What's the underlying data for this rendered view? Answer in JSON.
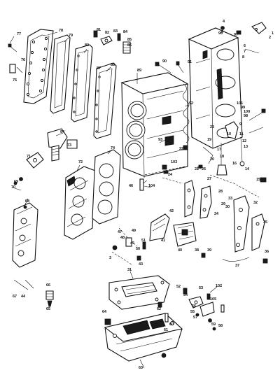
{
  "callouts": [
    {
      "id": "c77",
      "text": "77"
    },
    {
      "id": "c78",
      "text": "78"
    },
    {
      "id": "c79",
      "text": "79"
    },
    {
      "id": "c80",
      "text": "80"
    },
    {
      "id": "c81",
      "text": "81"
    },
    {
      "id": "c82",
      "text": "82"
    },
    {
      "id": "c83",
      "text": "83"
    },
    {
      "id": "c84",
      "text": "84"
    },
    {
      "id": "c85",
      "text": "85"
    },
    {
      "id": "c86",
      "text": "86"
    },
    {
      "id": "c87",
      "text": "87"
    },
    {
      "id": "c88",
      "text": "88"
    },
    {
      "id": "c89",
      "text": "89"
    },
    {
      "id": "c90",
      "text": "90"
    },
    {
      "id": "c91",
      "text": "91"
    },
    {
      "id": "c92",
      "text": "92"
    },
    {
      "id": "c93",
      "text": "93"
    },
    {
      "id": "c94",
      "text": "94"
    },
    {
      "id": "c96",
      "text": "96"
    },
    {
      "id": "c97",
      "text": "97"
    },
    {
      "id": "c98",
      "text": "98"
    },
    {
      "id": "c99",
      "text": "99"
    },
    {
      "id": "c100",
      "text": "100"
    },
    {
      "id": "c101",
      "text": "101"
    },
    {
      "id": "c102",
      "text": "102"
    },
    {
      "id": "c103",
      "text": "103"
    },
    {
      "id": "c104",
      "text": "104"
    },
    {
      "id": "c105",
      "text": "105"
    },
    {
      "id": "c1",
      "text": "1"
    },
    {
      "id": "c2",
      "text": "2"
    },
    {
      "id": "c3",
      "text": "3"
    },
    {
      "id": "c4",
      "text": "4"
    },
    {
      "id": "c5",
      "text": "5"
    },
    {
      "id": "c6",
      "text": "6"
    },
    {
      "id": "c7",
      "text": "7"
    },
    {
      "id": "c8",
      "text": "8"
    },
    {
      "id": "c9",
      "text": "9"
    },
    {
      "id": "c10",
      "text": "10"
    },
    {
      "id": "c11",
      "text": "11"
    },
    {
      "id": "c12",
      "text": "12"
    },
    {
      "id": "c13",
      "text": "13"
    },
    {
      "id": "c14",
      "text": "14"
    },
    {
      "id": "c15",
      "text": "15"
    },
    {
      "id": "c16",
      "text": "16"
    },
    {
      "id": "c17",
      "text": "17"
    },
    {
      "id": "c18",
      "text": "18"
    },
    {
      "id": "c19",
      "text": "19"
    },
    {
      "id": "c20",
      "text": "20"
    },
    {
      "id": "c21",
      "text": "21"
    },
    {
      "id": "c22",
      "text": "22"
    },
    {
      "id": "c23",
      "text": "23"
    },
    {
      "id": "c24",
      "text": "24"
    },
    {
      "id": "c25",
      "text": "25"
    },
    {
      "id": "c26",
      "text": "26"
    },
    {
      "id": "c27",
      "text": "27"
    },
    {
      "id": "c28",
      "text": "28"
    },
    {
      "id": "c29",
      "text": "29"
    },
    {
      "id": "c30",
      "text": "30"
    },
    {
      "id": "c31",
      "text": "31"
    },
    {
      "id": "c32",
      "text": "32"
    },
    {
      "id": "c33",
      "text": "33"
    },
    {
      "id": "c34",
      "text": "34"
    },
    {
      "id": "c35",
      "text": "35"
    },
    {
      "id": "c36",
      "text": "36"
    },
    {
      "id": "c37",
      "text": "37"
    },
    {
      "id": "c38",
      "text": "38"
    },
    {
      "id": "c39",
      "text": "39"
    },
    {
      "id": "c40",
      "text": "40"
    },
    {
      "id": "c41",
      "text": "41"
    },
    {
      "id": "c42",
      "text": "42"
    },
    {
      "id": "c43",
      "text": "43"
    },
    {
      "id": "c44",
      "text": "44"
    },
    {
      "id": "c45",
      "text": "45"
    },
    {
      "id": "c46",
      "text": "46"
    },
    {
      "id": "c47",
      "text": "47"
    },
    {
      "id": "c48",
      "text": "48"
    },
    {
      "id": "c49",
      "text": "49"
    },
    {
      "id": "c50",
      "text": "50"
    },
    {
      "id": "c51",
      "text": "51"
    },
    {
      "id": "c52",
      "text": "52"
    },
    {
      "id": "c53",
      "text": "53"
    },
    {
      "id": "c54",
      "text": "54"
    },
    {
      "id": "c55",
      "text": "55"
    },
    {
      "id": "c56",
      "text": "56"
    },
    {
      "id": "c57",
      "text": "57"
    },
    {
      "id": "c58",
      "text": "58"
    },
    {
      "id": "c59",
      "text": "59"
    },
    {
      "id": "c60",
      "text": "60"
    },
    {
      "id": "c61",
      "text": "61"
    },
    {
      "id": "c62",
      "text": "62"
    },
    {
      "id": "c63",
      "text": "63"
    },
    {
      "id": "c64",
      "text": "64"
    },
    {
      "id": "c65",
      "text": "65"
    },
    {
      "id": "c66",
      "text": "66"
    },
    {
      "id": "c67",
      "text": "67"
    },
    {
      "id": "c68",
      "text": "68"
    },
    {
      "id": "c69",
      "text": "69"
    },
    {
      "id": "c70",
      "text": "70"
    },
    {
      "id": "c71",
      "text": "71"
    },
    {
      "id": "c72",
      "text": "72"
    },
    {
      "id": "c73",
      "text": "73"
    },
    {
      "id": "c74",
      "text": "74"
    },
    {
      "id": "c75",
      "text": "75"
    },
    {
      "id": "c76",
      "text": "76"
    }
  ]
}
